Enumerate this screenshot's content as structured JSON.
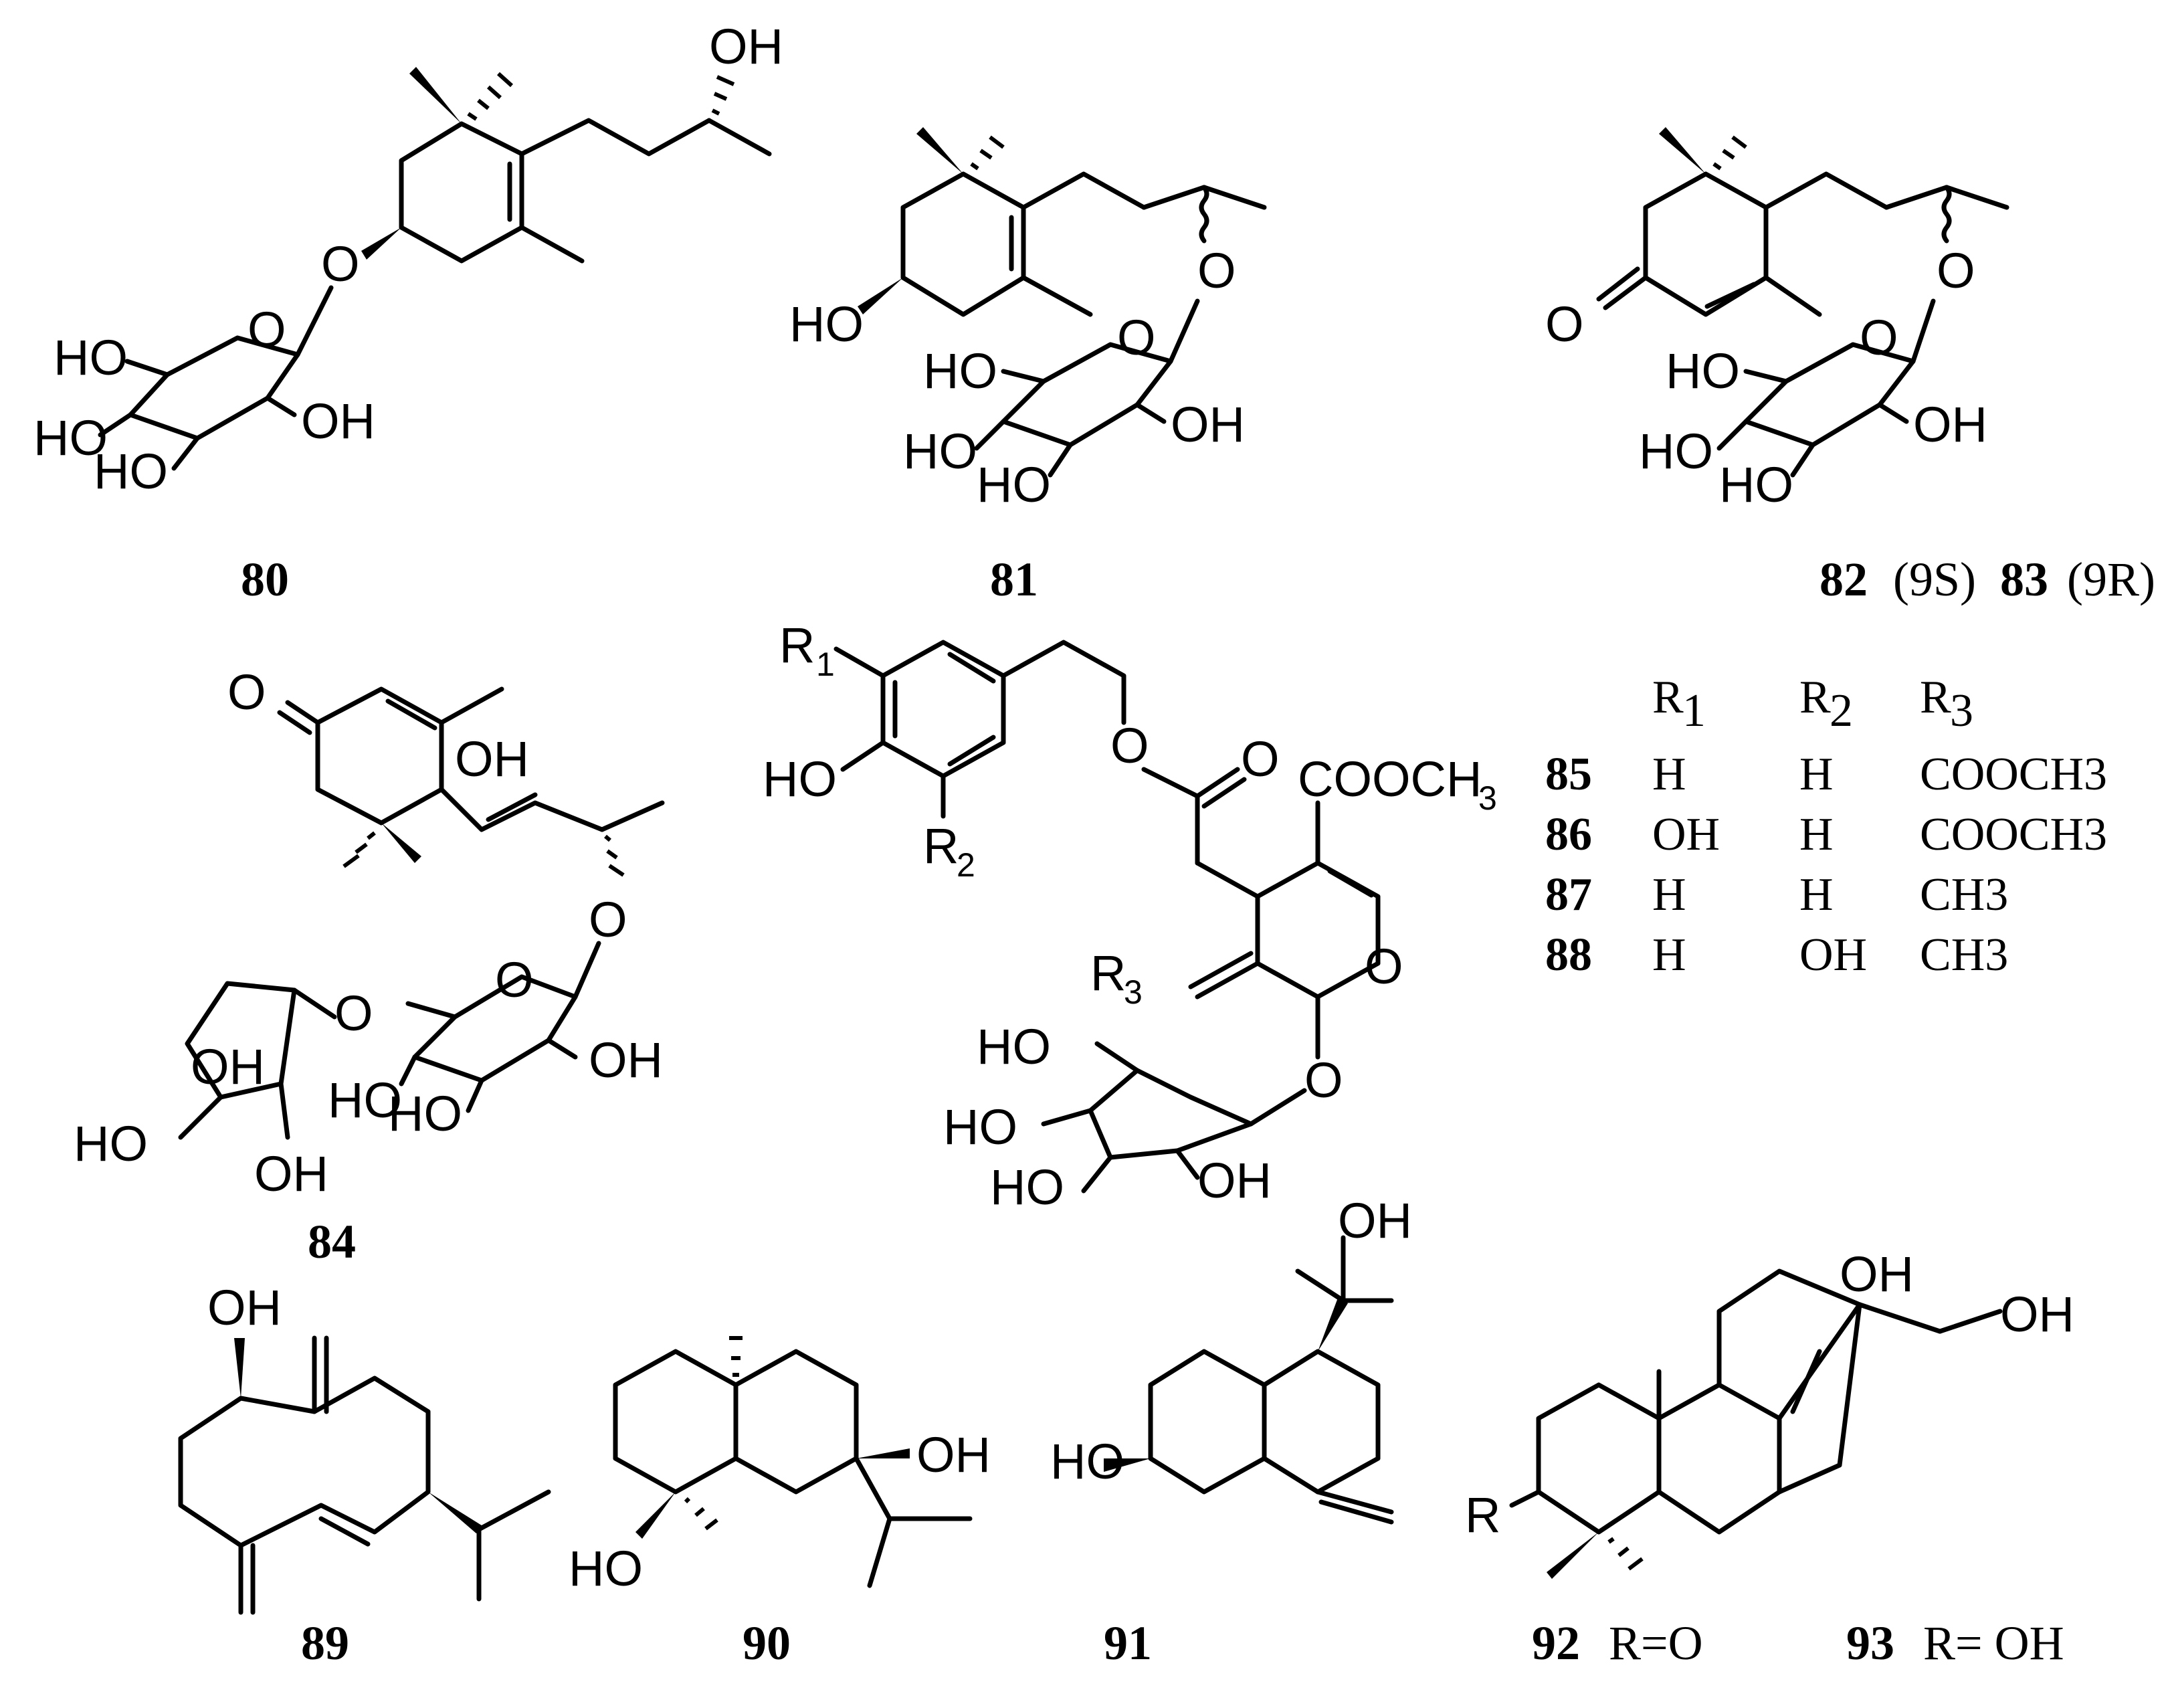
{
  "compounds": [
    {
      "number": "80",
      "note": ""
    },
    {
      "number": "81",
      "note": ""
    },
    {
      "number": "82",
      "note": "(9S)"
    },
    {
      "number": "83",
      "note": "(9R)"
    },
    {
      "number": "84",
      "note": ""
    },
    {
      "number": "89",
      "note": ""
    },
    {
      "number": "90",
      "note": ""
    },
    {
      "number": "91",
      "note": ""
    },
    {
      "number": "92",
      "note": "R=O"
    },
    {
      "number": "93",
      "note": "R= OH"
    }
  ],
  "substituent_table": {
    "headers": [
      "R1",
      "R2",
      "R3"
    ],
    "rows": [
      {
        "compound": "85",
        "R1": "H",
        "R2": "H",
        "R3": "COOCH3"
      },
      {
        "compound": "86",
        "R1": "OH",
        "R2": "H",
        "R3": "COOCH3"
      },
      {
        "compound": "87",
        "R1": "H",
        "R2": "H",
        "R3": "CH3"
      },
      {
        "compound": "88",
        "R1": "H",
        "R2": "OH",
        "R3": "CH3"
      }
    ]
  },
  "atom_labels": {
    "OH": "OH",
    "HO": "HO",
    "O": "O",
    "R": "R",
    "R1": "R",
    "R1_sub": "1",
    "R2": "R",
    "R2_sub": "2",
    "R3": "R",
    "R3_sub": "3",
    "COOCH3": "COOCH",
    "COOCH3_sub": "3"
  }
}
